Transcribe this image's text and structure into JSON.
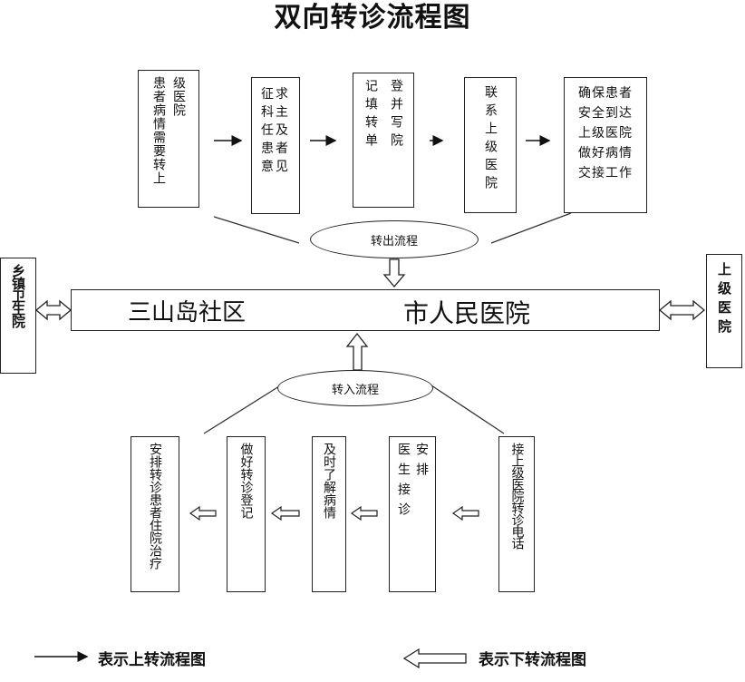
{
  "title": "双向转诊流程图",
  "outbound": {
    "step1": {
      "col1": "级医院",
      "col2": "患者病情需要转上"
    },
    "step2": {
      "col1": "征求",
      "col2": "科主",
      "col3": "任及",
      "col4": "患者",
      "col5": "意见"
    },
    "step3": {
      "col1": "登并写院",
      "col2": "记填转单"
    },
    "step4": {
      "col1": "联系上级医院"
    },
    "step5": {
      "line1": "确保患者",
      "line2": "安全到达",
      "line3": "上级医院",
      "line4": "做好病情",
      "line5": "交接工作"
    },
    "label": "转出流程"
  },
  "main_bar": {
    "left": "三山岛社区",
    "right": "市人民医院"
  },
  "side_left": "乡镇卫生院",
  "side_right": "上级医院",
  "inbound": {
    "label": "转入流程",
    "step1": "接上级医院转诊电话",
    "step2": {
      "col1": "安排",
      "col2": "医生接诊"
    },
    "step3": {
      "col1": "及时了解病情"
    },
    "step4": "做好转诊登记",
    "step5": "安排转诊患者住院治疗"
  },
  "legend": {
    "up": "表示上转流程图",
    "down": "表示下转流程图"
  }
}
